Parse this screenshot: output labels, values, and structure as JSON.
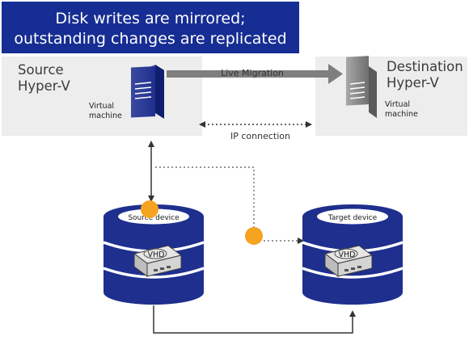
{
  "banner": {
    "line1": "Disk writes are mirrored;",
    "line2": "outstanding changes are replicated"
  },
  "source_host": {
    "title_line1": "Source",
    "title_line2": "Hyper-V",
    "vm_line1": "Virtual",
    "vm_line2": "machine"
  },
  "destination_host": {
    "title_line1": "Destination",
    "title_line2": "Hyper-V",
    "vm_line1": "Virtual",
    "vm_line2": "machine"
  },
  "connections": {
    "live_migration": "Live Migration",
    "ip_connection": "IP connection"
  },
  "source_device": {
    "label": "Source device",
    "vhd": "VHD"
  },
  "target_device": {
    "label": "Target device",
    "vhd": "VHD"
  },
  "colors": {
    "banner": "#162d93",
    "disk": "#1e2f8e",
    "host_panel": "#ededed",
    "arrow": "#7f7f7f",
    "write_dot": "#f5a320"
  }
}
